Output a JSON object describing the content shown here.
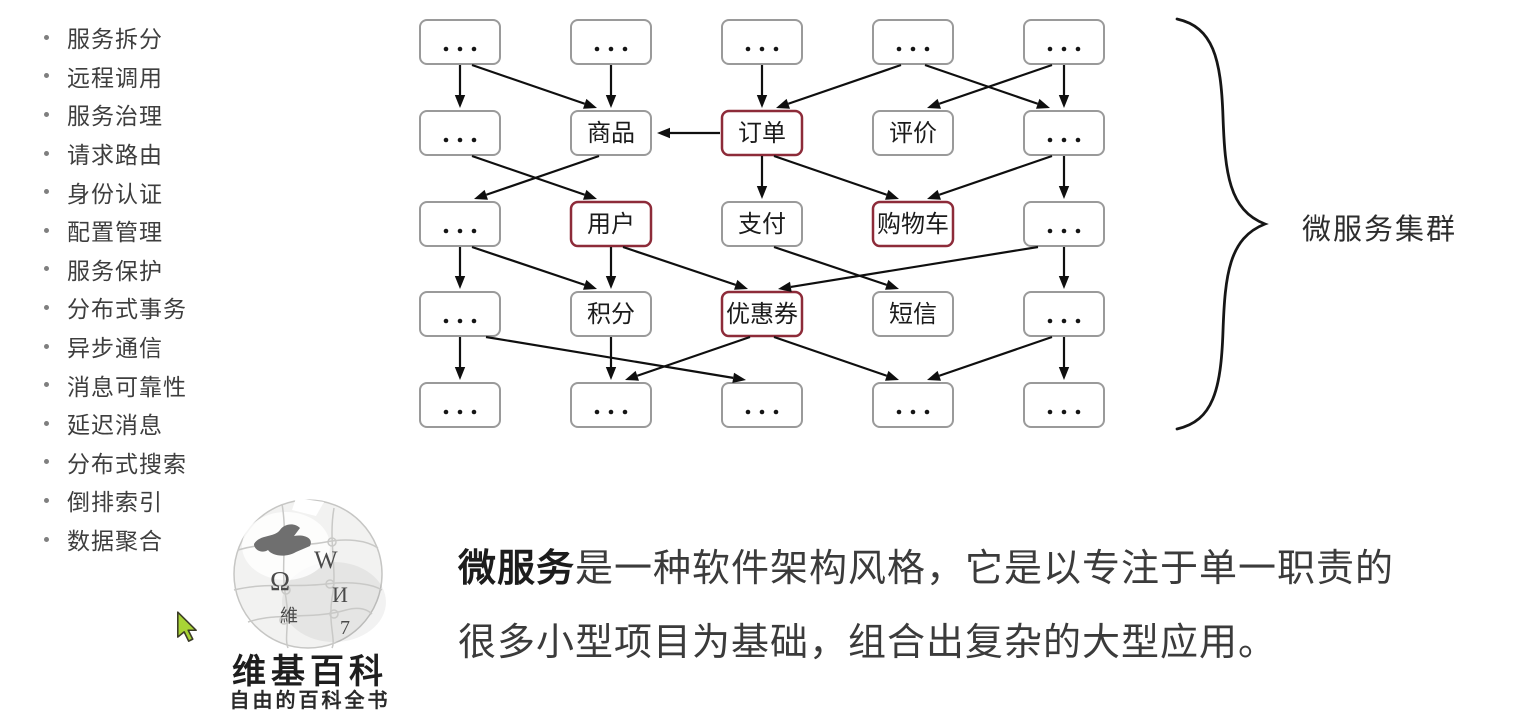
{
  "topics": {
    "items": [
      "服务拆分",
      "远程调用",
      "服务治理",
      "请求路由",
      "身份认证",
      "配置管理",
      "服务保护",
      "分布式事务",
      "异步通信",
      "消息可靠性",
      "延迟消息",
      "分布式搜索",
      "倒排索引",
      "数据聚合"
    ]
  },
  "diagram": {
    "cluster_label": "微服务集群",
    "ellipsis": "...",
    "colors": {
      "box_fill": "#ffffff",
      "normal_border": "#9a9a9a",
      "emphasis_border": "#8d2b39",
      "arrow": "#0f0f0f",
      "label": "#1b1b1b",
      "dot": "#151515"
    },
    "nodes": [
      {
        "id": "r1c1",
        "row": 1,
        "col": 1,
        "label": "...",
        "emphasized": false
      },
      {
        "id": "r1c2",
        "row": 1,
        "col": 2,
        "label": "...",
        "emphasized": false
      },
      {
        "id": "r1c3",
        "row": 1,
        "col": 3,
        "label": "...",
        "emphasized": false
      },
      {
        "id": "r1c4",
        "row": 1,
        "col": 4,
        "label": "...",
        "emphasized": false
      },
      {
        "id": "r1c5",
        "row": 1,
        "col": 5,
        "label": "...",
        "emphasized": false
      },
      {
        "id": "r2c1",
        "row": 2,
        "col": 1,
        "label": "...",
        "emphasized": false
      },
      {
        "id": "r2c2",
        "row": 2,
        "col": 2,
        "label": "商品",
        "emphasized": false
      },
      {
        "id": "r2c3",
        "row": 2,
        "col": 3,
        "label": "订单",
        "emphasized": true
      },
      {
        "id": "r2c4",
        "row": 2,
        "col": 4,
        "label": "评价",
        "emphasized": false
      },
      {
        "id": "r2c5",
        "row": 2,
        "col": 5,
        "label": "...",
        "emphasized": false
      },
      {
        "id": "r3c1",
        "row": 3,
        "col": 1,
        "label": "...",
        "emphasized": false
      },
      {
        "id": "r3c2",
        "row": 3,
        "col": 2,
        "label": "用户",
        "emphasized": true
      },
      {
        "id": "r3c3",
        "row": 3,
        "col": 3,
        "label": "支付",
        "emphasized": false
      },
      {
        "id": "r3c4",
        "row": 3,
        "col": 4,
        "label": "购物车",
        "emphasized": true
      },
      {
        "id": "r3c5",
        "row": 3,
        "col": 5,
        "label": "...",
        "emphasized": false
      },
      {
        "id": "r4c1",
        "row": 4,
        "col": 1,
        "label": "...",
        "emphasized": false
      },
      {
        "id": "r4c2",
        "row": 4,
        "col": 2,
        "label": "积分",
        "emphasized": false
      },
      {
        "id": "r4c3",
        "row": 4,
        "col": 3,
        "label": "优惠券",
        "emphasized": true
      },
      {
        "id": "r4c4",
        "row": 4,
        "col": 4,
        "label": "短信",
        "emphasized": false
      },
      {
        "id": "r4c5",
        "row": 4,
        "col": 5,
        "label": "...",
        "emphasized": false
      },
      {
        "id": "r5c1",
        "row": 5,
        "col": 1,
        "label": "...",
        "emphasized": false
      },
      {
        "id": "r5c2",
        "row": 5,
        "col": 2,
        "label": "...",
        "emphasized": false
      },
      {
        "id": "r5c3",
        "row": 5,
        "col": 3,
        "label": "...",
        "emphasized": false
      },
      {
        "id": "r5c4",
        "row": 5,
        "col": 4,
        "label": "...",
        "emphasized": false
      },
      {
        "id": "r5c5",
        "row": 5,
        "col": 5,
        "label": "...",
        "emphasized": false
      }
    ],
    "edges": [
      [
        "r1c1",
        "r2c1"
      ],
      [
        "r1c1",
        "r2c2"
      ],
      [
        "r1c2",
        "r2c2"
      ],
      [
        "r1c3",
        "r2c3"
      ],
      [
        "r1c4",
        "r2c3"
      ],
      [
        "r1c4",
        "r2c5"
      ],
      [
        "r1c5",
        "r2c4"
      ],
      [
        "r1c5",
        "r2c5"
      ],
      [
        "r2c3",
        "r2c2"
      ],
      [
        "r2c1",
        "r3c2"
      ],
      [
        "r2c2",
        "r3c1"
      ],
      [
        "r2c3",
        "r3c3"
      ],
      [
        "r2c3",
        "r3c4"
      ],
      [
        "r2c5",
        "r3c4"
      ],
      [
        "r2c5",
        "r3c5"
      ],
      [
        "r3c1",
        "r4c1"
      ],
      [
        "r3c1",
        "r4c2"
      ],
      [
        "r3c2",
        "r4c2"
      ],
      [
        "r3c2",
        "r4c3"
      ],
      [
        "r3c3",
        "r4c4"
      ],
      [
        "r3c5",
        "r4c3"
      ],
      [
        "r3c5",
        "r4c5"
      ],
      [
        "r4c1",
        "r5c1"
      ],
      [
        "r4c1",
        "r5c3"
      ],
      [
        "r4c2",
        "r5c2"
      ],
      [
        "r4c3",
        "r5c2"
      ],
      [
        "r4c3",
        "r5c4"
      ],
      [
        "r4c5",
        "r5c4"
      ],
      [
        "r4c5",
        "r5c5"
      ]
    ]
  },
  "wikipedia": {
    "title": "维基百科",
    "subtitle": "自由的百科全书",
    "glyphs": [
      "Ω",
      "W",
      "И",
      "維",
      "7"
    ]
  },
  "description": {
    "lead_bold": "微服务",
    "line1_rest": "是一种软件架构风格，它是以专注于单一职责的",
    "line2": "很多小型项目为基础，组合出复杂的大型应用。"
  },
  "cursor": {
    "fill": "#a8d435",
    "outline": "#3c3c28"
  }
}
